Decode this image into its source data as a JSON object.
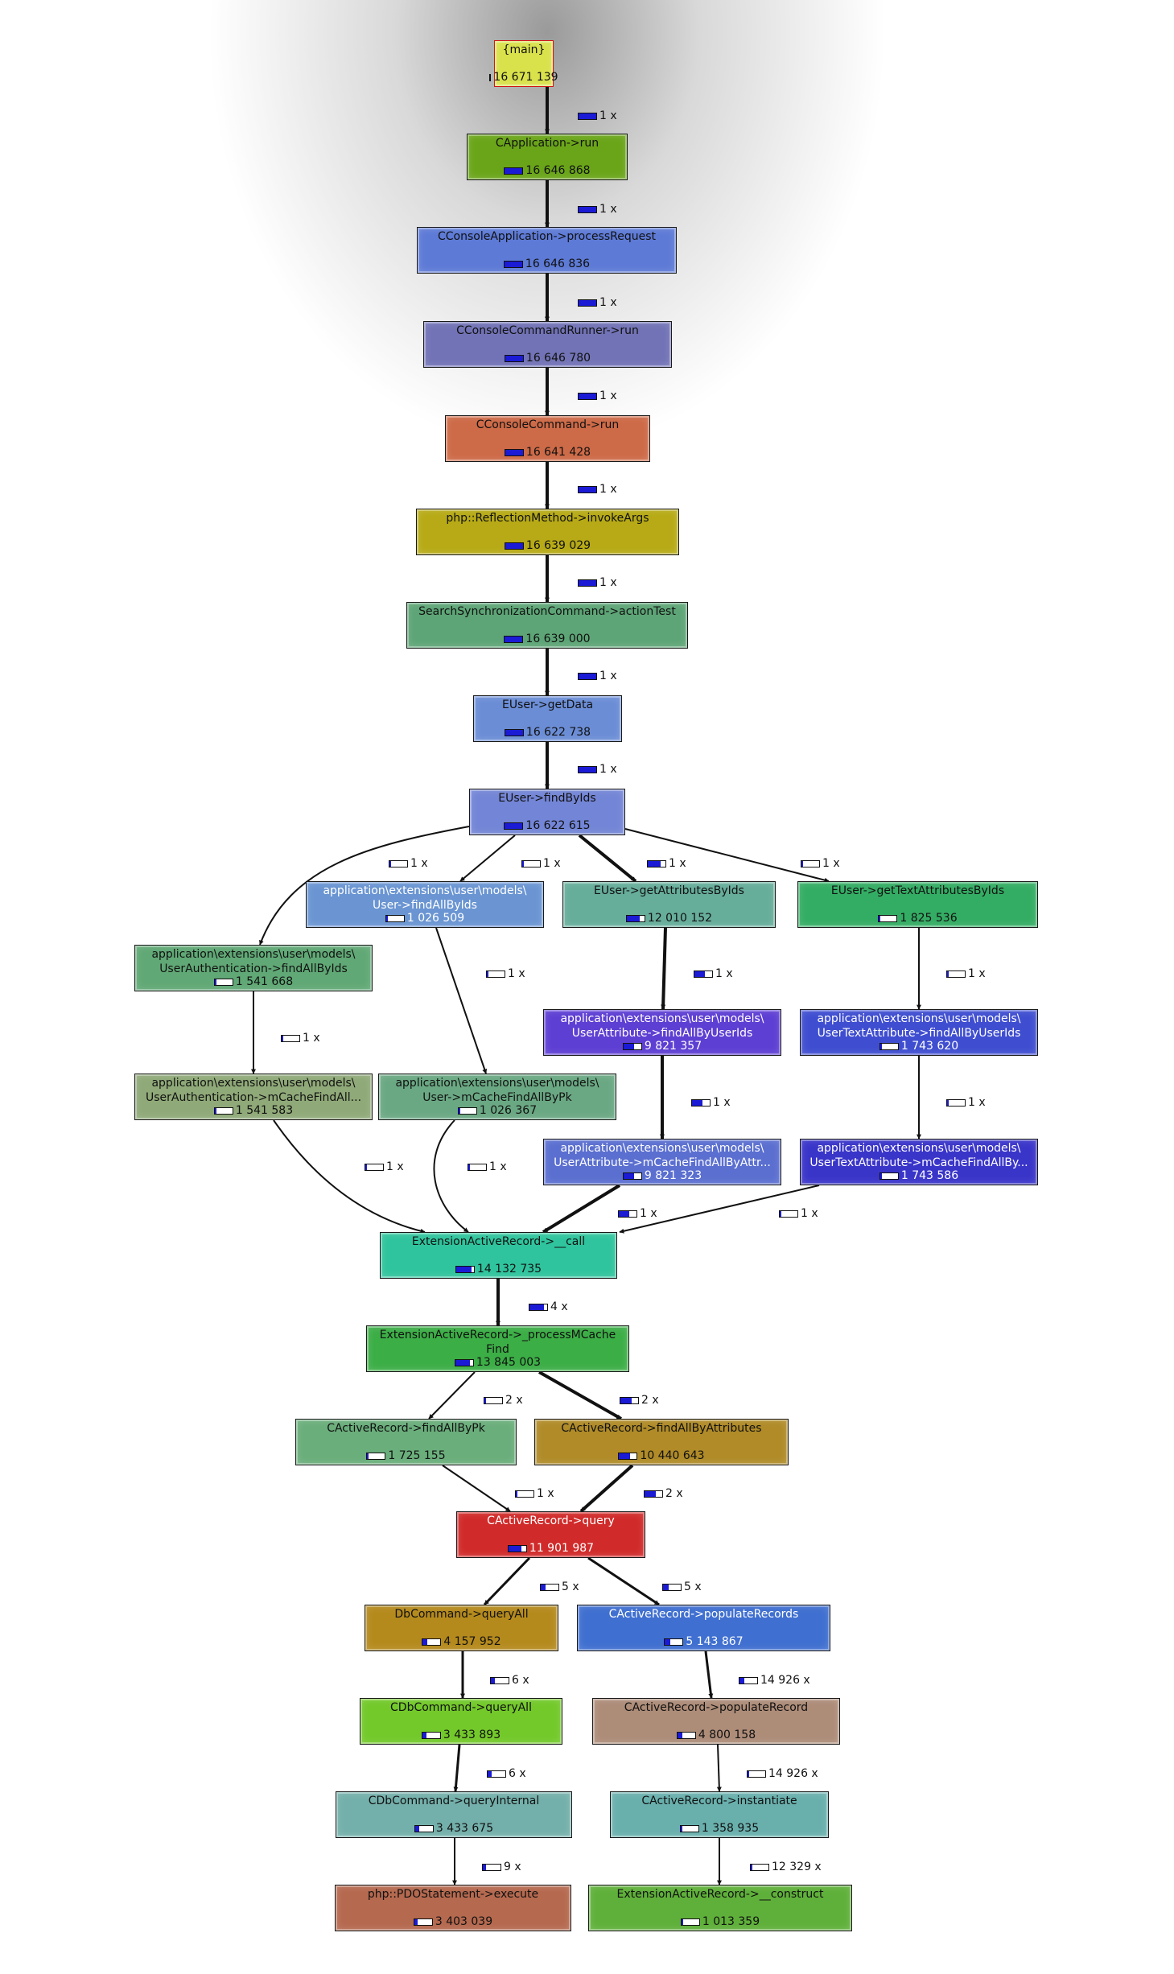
{
  "colors": {
    "edge": "#111111",
    "bar_fill": "#1b1bd6",
    "bar_bg": "#ffffff"
  },
  "nodes": [
    {
      "id": "main",
      "label": "{main}",
      "value": "16 671 139",
      "fraction": 1.0,
      "color": "#d9e24a",
      "border": "#d11515"
    },
    {
      "id": "capp",
      "label": "CApplication->run",
      "value": "16 646 868",
      "fraction": 0.999,
      "color": "#6aa519"
    },
    {
      "id": "ccons",
      "label": "CConsoleApplication->processRequest",
      "value": "16 646 836",
      "fraction": 0.999,
      "color": "#5d7ad6"
    },
    {
      "id": "crunner",
      "label": "CConsoleCommandRunner->run",
      "value": "16 646 780",
      "fraction": 0.999,
      "color": "#7273b6"
    },
    {
      "id": "ccmd",
      "label": "CConsoleCommand->run",
      "value": "16 641 428",
      "fraction": 0.998,
      "color": "#cd6a47"
    },
    {
      "id": "refl",
      "label": "php::ReflectionMethod->invokeArgs",
      "value": "16 639 029",
      "fraction": 0.998,
      "color": "#b7aa16"
    },
    {
      "id": "ssync",
      "label": "SearchSynchronizationCommand->actionTest",
      "value": "16 639 000",
      "fraction": 0.998,
      "color": "#5da576"
    },
    {
      "id": "getdata",
      "label": "EUser->getData",
      "value": "16 622 738",
      "fraction": 0.997,
      "color": "#6b8dd6"
    },
    {
      "id": "findbyids",
      "label": "EUser->findByIds",
      "value": "16 622 615",
      "fraction": 0.997,
      "color": "#7385d6"
    },
    {
      "id": "ufindall",
      "label": "application\\extensions\\user\\models\\\nUser->findAllByIds",
      "value": "1 026 509",
      "fraction": 0.06,
      "color": "#6a95d2"
    },
    {
      "id": "getattr",
      "label": "EUser->getAttributesByIds",
      "value": "12 010 152",
      "fraction": 0.72,
      "color": "#66ad9a"
    },
    {
      "id": "gettext",
      "label": "EUser->getTextAttributesByIds",
      "value": "1 825 536",
      "fraction": 0.11,
      "color": "#34ad64"
    },
    {
      "id": "uauth",
      "label": "application\\extensions\\user\\models\\\nUserAuthentication->findAllByIds",
      "value": "1 541 668",
      "fraction": 0.09,
      "color": "#60a875"
    },
    {
      "id": "uattr",
      "label": "application\\extensions\\user\\models\\\nUserAttribute->findAllByUserIds",
      "value": "9 821 357",
      "fraction": 0.59,
      "color": "#5e3fd3"
    },
    {
      "id": "utextattr",
      "label": "application\\extensions\\user\\models\\\nUserTextAttribute->findAllByUserIds",
      "value": "1 743 620",
      "fraction": 0.1,
      "color": "#3f4ed0"
    },
    {
      "id": "uauthcache",
      "label": "application\\extensions\\user\\models\\\nUserAuthentication->mCacheFindAll...",
      "value": "1 541 583",
      "fraction": 0.09,
      "color": "#8fa978"
    },
    {
      "id": "ucache",
      "label": "application\\extensions\\user\\models\\\nUser->mCacheFindAllByPk",
      "value": "1 026 367",
      "fraction": 0.06,
      "color": "#6aa883"
    },
    {
      "id": "uattrcache",
      "label": "application\\extensions\\user\\models\\\nUserAttribute->mCacheFindAllByAttr...",
      "value": "9 821 323",
      "fraction": 0.59,
      "color": "#5b6fd0"
    },
    {
      "id": "utextcache",
      "label": "application\\extensions\\user\\models\\\nUserTextAttribute->mCacheFindAllBy...",
      "value": "1 743 586",
      "fraction": 0.1,
      "color": "#3a35c9"
    },
    {
      "id": "call",
      "label": "ExtensionActiveRecord->__call",
      "value": "14 132 735",
      "fraction": 0.85,
      "color": "#2fc49d"
    },
    {
      "id": "procmc",
      "label": "ExtensionActiveRecord->_processMCache\nFind",
      "value": "13 845 003",
      "fraction": 0.83,
      "color": "#3cae46"
    },
    {
      "id": "findpk",
      "label": "CActiveRecord->findAllByPk",
      "value": "1 725 155",
      "fraction": 0.1,
      "color": "#6aae7b"
    },
    {
      "id": "findattrs",
      "label": "CActiveRecord->findAllByAttributes",
      "value": "10 440 643",
      "fraction": 0.63,
      "color": "#b08b28"
    },
    {
      "id": "query",
      "label": "CActiveRecord->query",
      "value": "11 901 987",
      "fraction": 0.71,
      "color": "#d12a2a"
    },
    {
      "id": "dbqall",
      "label": "DbCommand->queryAll",
      "value": "4 157 952",
      "fraction": 0.25,
      "color": "#b58a1d"
    },
    {
      "id": "poprecs",
      "label": "CActiveRecord->populateRecords",
      "value": "5 143 867",
      "fraction": 0.31,
      "color": "#3f6fd0"
    },
    {
      "id": "cdbqall",
      "label": "CDbCommand->queryAll",
      "value": "3 433 893",
      "fraction": 0.21,
      "color": "#73c92a"
    },
    {
      "id": "poprec",
      "label": "CActiveRecord->populateRecord",
      "value": "4 800 158",
      "fraction": 0.29,
      "color": "#ad8c78"
    },
    {
      "id": "qinternal",
      "label": "CDbCommand->queryInternal",
      "value": "3 433 675",
      "fraction": 0.21,
      "color": "#74b0ab"
    },
    {
      "id": "inst",
      "label": "CActiveRecord->instantiate",
      "value": "1 358 935",
      "fraction": 0.08,
      "color": "#69b0ad"
    },
    {
      "id": "pdoexec",
      "label": "php::PDOStatement->execute",
      "value": "3 403 039",
      "fraction": 0.2,
      "color": "#b5694f"
    },
    {
      "id": "construct",
      "label": "ExtensionActiveRecord->__construct",
      "value": "1 013 359",
      "fraction": 0.06,
      "color": "#5fb03a"
    }
  ],
  "edges": [
    {
      "id": "e1",
      "from": "main",
      "to": "capp",
      "label": "1 x",
      "fraction": 1.0
    },
    {
      "id": "e2",
      "from": "capp",
      "to": "ccons",
      "label": "1 x",
      "fraction": 1.0
    },
    {
      "id": "e3",
      "from": "ccons",
      "to": "crunner",
      "label": "1 x",
      "fraction": 1.0
    },
    {
      "id": "e4",
      "from": "crunner",
      "to": "ccmd",
      "label": "1 x",
      "fraction": 1.0
    },
    {
      "id": "e5",
      "from": "ccmd",
      "to": "refl",
      "label": "1 x",
      "fraction": 1.0
    },
    {
      "id": "e6",
      "from": "refl",
      "to": "ssync",
      "label": "1 x",
      "fraction": 1.0
    },
    {
      "id": "e7",
      "from": "ssync",
      "to": "getdata",
      "label": "1 x",
      "fraction": 1.0
    },
    {
      "id": "e8",
      "from": "getdata",
      "to": "findbyids",
      "label": "1 x",
      "fraction": 1.0
    },
    {
      "id": "e9",
      "from": "findbyids",
      "to": "uauth",
      "label": "1 x",
      "fraction": 0.09
    },
    {
      "id": "e10",
      "from": "findbyids",
      "to": "ufindall",
      "label": "1 x",
      "fraction": 0.06
    },
    {
      "id": "e11",
      "from": "findbyids",
      "to": "getattr",
      "label": "1 x",
      "fraction": 0.72
    },
    {
      "id": "e12",
      "from": "findbyids",
      "to": "gettext",
      "label": "1 x",
      "fraction": 0.11
    },
    {
      "id": "e13",
      "from": "ufindall",
      "to": "ucache",
      "label": "1 x",
      "fraction": 0.06
    },
    {
      "id": "e14",
      "from": "getattr",
      "to": "uattr",
      "label": "1 x",
      "fraction": 0.59
    },
    {
      "id": "e15",
      "from": "gettext",
      "to": "utextattr",
      "label": "1 x",
      "fraction": 0.1
    },
    {
      "id": "e16",
      "from": "uauth",
      "to": "uauthcache",
      "label": "1 x",
      "fraction": 0.09
    },
    {
      "id": "e17",
      "from": "uattr",
      "to": "uattrcache",
      "label": "1 x",
      "fraction": 0.59
    },
    {
      "id": "e18",
      "from": "utextattr",
      "to": "utextcache",
      "label": "1 x",
      "fraction": 0.1
    },
    {
      "id": "e19",
      "from": "uauthcache",
      "to": "call",
      "label": "1 x",
      "fraction": 0.09
    },
    {
      "id": "e20",
      "from": "ucache",
      "to": "call",
      "label": "1 x",
      "fraction": 0.06
    },
    {
      "id": "e21",
      "from": "uattrcache",
      "to": "call",
      "label": "1 x",
      "fraction": 0.59
    },
    {
      "id": "e22",
      "from": "utextcache",
      "to": "call",
      "label": "1 x",
      "fraction": 0.1
    },
    {
      "id": "e23",
      "from": "call",
      "to": "procmc",
      "label": "4 x",
      "fraction": 0.83
    },
    {
      "id": "e24",
      "from": "procmc",
      "to": "findpk",
      "label": "2 x",
      "fraction": 0.1
    },
    {
      "id": "e25",
      "from": "procmc",
      "to": "findattrs",
      "label": "2 x",
      "fraction": 0.63
    },
    {
      "id": "e26",
      "from": "findpk",
      "to": "query",
      "label": "1 x",
      "fraction": 0.08
    },
    {
      "id": "e27",
      "from": "findattrs",
      "to": "query",
      "label": "2 x",
      "fraction": 0.63
    },
    {
      "id": "e28",
      "from": "query",
      "to": "dbqall",
      "label": "5 x",
      "fraction": 0.25
    },
    {
      "id": "e29",
      "from": "query",
      "to": "poprecs",
      "label": "5 x",
      "fraction": 0.31
    },
    {
      "id": "e30",
      "from": "dbqall",
      "to": "cdbqall",
      "label": "6 x",
      "fraction": 0.21
    },
    {
      "id": "e31",
      "from": "poprecs",
      "to": "poprec",
      "label": "14 926 x",
      "fraction": 0.29
    },
    {
      "id": "e32",
      "from": "cdbqall",
      "to": "qinternal",
      "label": "6 x",
      "fraction": 0.21
    },
    {
      "id": "e33",
      "from": "poprec",
      "to": "inst",
      "label": "14 926 x",
      "fraction": 0.08
    },
    {
      "id": "e34",
      "from": "qinternal",
      "to": "pdoexec",
      "label": "9 x",
      "fraction": 0.2
    },
    {
      "id": "e35",
      "from": "inst",
      "to": "construct",
      "label": "12 329 x",
      "fraction": 0.06
    }
  ]
}
